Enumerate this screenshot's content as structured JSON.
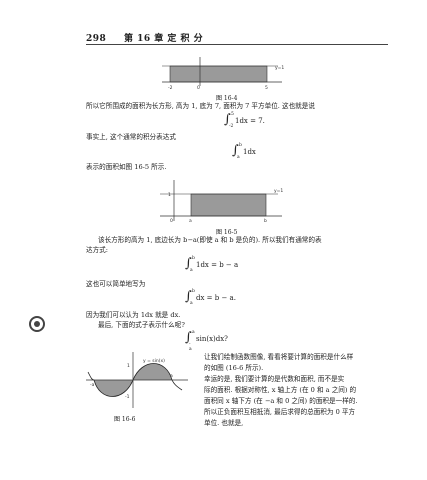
{
  "header": {
    "page_number": "298",
    "chapter": "第 16 章  定  积  分"
  },
  "fig4": {
    "caption": "图  16-4",
    "y_label": "y=1",
    "x_ticks": [
      "-2",
      "0",
      "5"
    ]
  },
  "para1": "所以它所围成的面积为长方形, 高为 1, 底为 7, 面积为 7 平方单位. 这也就是说",
  "eq1": {
    "upper": "5",
    "lower": "-2",
    "body": "1dx = 7."
  },
  "para2": "事实上, 这个通常的积分表达式",
  "eq2": {
    "upper": "b",
    "lower": "a",
    "body": "1dx"
  },
  "para3": "表示的面积如图 16-5 所示.",
  "fig5": {
    "caption": "图  16-5",
    "y_label": "y=1",
    "tick_y": "1",
    "x_ticks": [
      "0",
      "a",
      "b"
    ]
  },
  "para4": [
    "该长方形的高为 1, 底边长为 b−a(即使 a 和 b 是负的). 所以我们有通常的表",
    "达方式:"
  ],
  "eq3": {
    "upper": "b",
    "lower": "a",
    "body": "1dx = b − a"
  },
  "para5": "这也可以简单地写为",
  "eq4": {
    "upper": "b",
    "lower": "a",
    "body": "dx = b − a."
  },
  "para6": "因为我们可以认为 1dx 就是 dx.",
  "para7": "最后, 下面的式子表示什么呢?",
  "eq5": {
    "upper": "a",
    "lower": "-a",
    "body": "sin(x)dx?"
  },
  "fig6": {
    "caption": "图  16-6",
    "curve_label": "y = sin(x)",
    "y_ticks": [
      "1",
      "-1"
    ],
    "x_ticks": [
      "-a",
      "a"
    ]
  },
  "para8": [
    "让我们绘制函数图像, 看看将要计算的面积是什么样",
    "的如图 (16-6 所示).",
    "    幸运的是, 我们要计算的是代数和面积, 而不是实",
    "际的面积. 根据对称性, x 轴上方 (在 0 和 a 之间) 的",
    "面积同 x 轴下方 (在 −a 和 0 之间) 的面积是一样的.",
    "所以正负面积互相抵消, 最后求得的总面积为 0 平方",
    "单位. 也就是,"
  ],
  "colors": {
    "shade": "#9a9a9a",
    "ink": "#222222"
  }
}
